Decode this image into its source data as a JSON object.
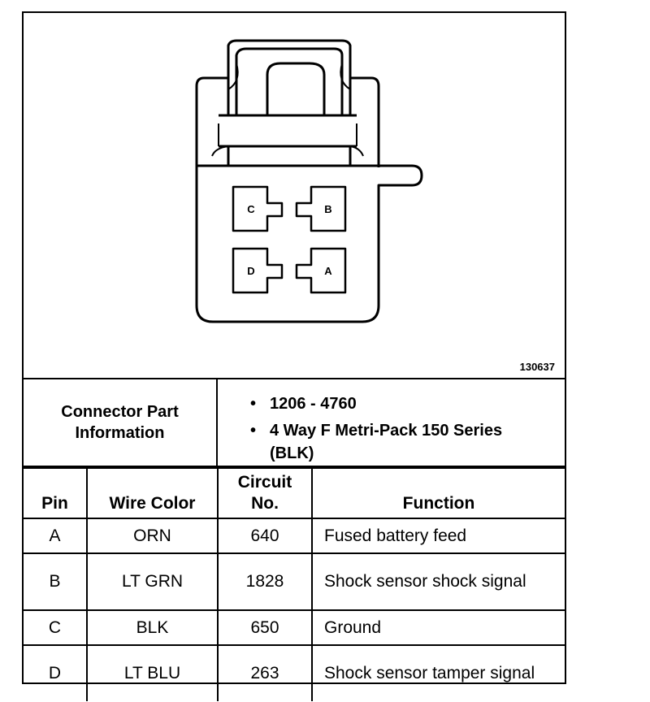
{
  "figure_number": "130637",
  "connector": {
    "pin_labels": [
      "C",
      "B",
      "D",
      "A"
    ]
  },
  "part_info": {
    "label_line1": "Connector Part",
    "label_line2": "Information",
    "items": [
      "1206 - 4760",
      "4 Way F Metri-Pack 150 Series (BLK)"
    ]
  },
  "table": {
    "headers": {
      "pin": "Pin",
      "wire_color": "Wire Color",
      "circuit_line1": "Circuit",
      "circuit_line2": "No.",
      "function": "Function"
    },
    "rows": [
      {
        "pin": "A",
        "wire_color": "ORN",
        "circuit": "640",
        "function": "Fused battery feed"
      },
      {
        "pin": "B",
        "wire_color": "LT GRN",
        "circuit": "1828",
        "function": "Shock sensor shock signal"
      },
      {
        "pin": "C",
        "wire_color": "BLK",
        "circuit": "650",
        "function": "Ground"
      },
      {
        "pin": "D",
        "wire_color": "LT BLU",
        "circuit": "263",
        "function": "Shock sensor tamper signal"
      }
    ]
  }
}
